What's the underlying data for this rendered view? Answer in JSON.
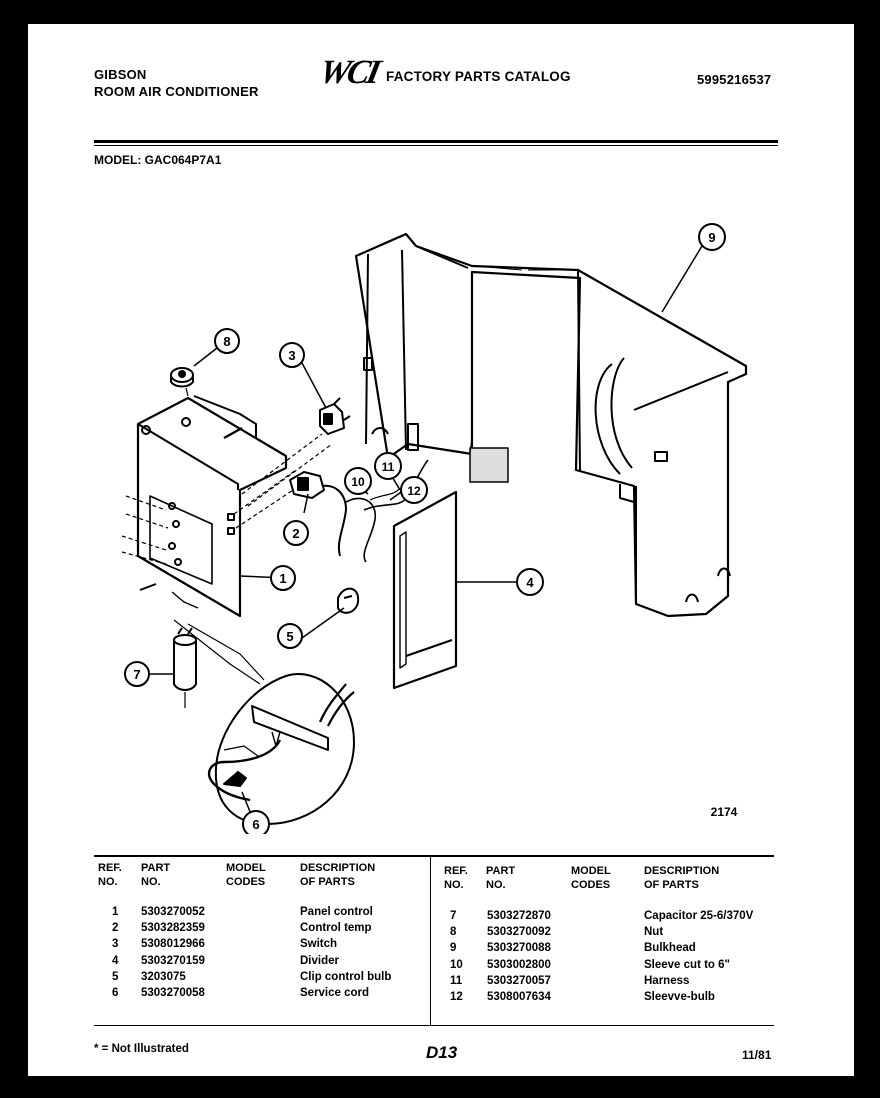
{
  "header": {
    "brand": "GIBSON",
    "product": "ROOM AIR CONDITIONER",
    "logo_text": "WCI",
    "catalog_title": "FACTORY PARTS CATALOG",
    "catalog_number": "5995216537",
    "model_label": "MODEL: GAC064P7A1"
  },
  "diagram": {
    "figure_number": "2174",
    "callouts": [
      "1",
      "2",
      "3",
      "4",
      "5",
      "6",
      "7",
      "8",
      "9",
      "10",
      "11",
      "12"
    ]
  },
  "table": {
    "left_headers": {
      "ref": "REF.\nNO.",
      "part": "PART\nNO.",
      "model": "MODEL\nCODES",
      "desc": "DESCRIPTION\nOF PARTS"
    },
    "right_headers": {
      "ref": "REF.\nNO.",
      "part": "PART\nNO.",
      "model": "MODEL\nCODES",
      "desc": "DESCRIPTION\nOF PARTS"
    },
    "left_rows": [
      {
        "ref": "1",
        "part": "5303270052",
        "desc": "Panel control"
      },
      {
        "ref": "2",
        "part": "5303282359",
        "desc": "Control temp"
      },
      {
        "ref": "3",
        "part": "5308012966",
        "desc": "Switch"
      },
      {
        "ref": "4",
        "part": "5303270159",
        "desc": "Divider"
      },
      {
        "ref": "5",
        "part": "3203075",
        "desc": "Clip control bulb"
      },
      {
        "ref": "6",
        "part": "5303270058",
        "desc": "Service cord"
      }
    ],
    "right_rows": [
      {
        "ref": "7",
        "part": "5303272870",
        "desc": "Capacitor 25-6/370V"
      },
      {
        "ref": "8",
        "part": "5303270092",
        "desc": "Nut"
      },
      {
        "ref": "9",
        "part": "5303270088",
        "desc": "Bulkhead"
      },
      {
        "ref": "10",
        "part": "5303002800",
        "desc": "Sleeve cut to 6\""
      },
      {
        "ref": "11",
        "part": "5303270057",
        "desc": "Harness"
      },
      {
        "ref": "12",
        "part": "5308007634",
        "desc": "Sleevve-bulb"
      }
    ]
  },
  "footer": {
    "note": "* = Not Illustrated",
    "page_code": "D13",
    "date": "11/81"
  }
}
